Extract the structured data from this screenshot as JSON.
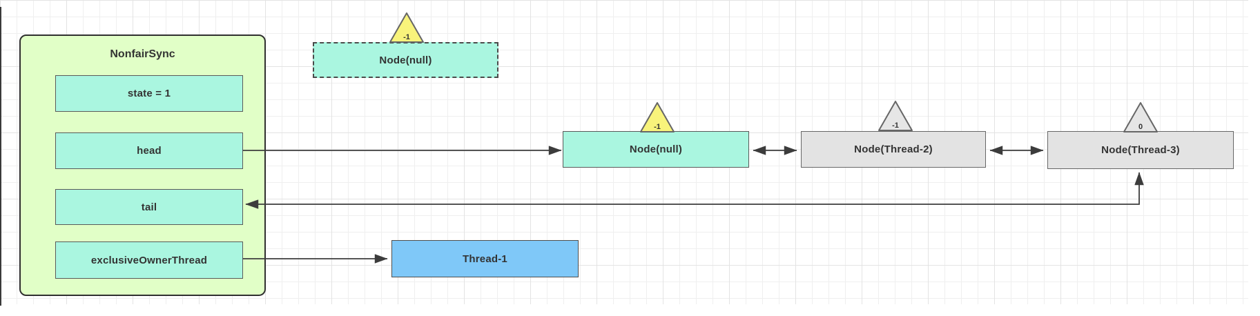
{
  "diagram": {
    "sync_block": {
      "title": "NonfairSync",
      "fields": [
        {
          "label": "state = 1"
        },
        {
          "label": "head"
        },
        {
          "label": "tail"
        },
        {
          "label": "exclusiveOwnerThread"
        }
      ]
    },
    "nodes": [
      {
        "label": "Node(null)",
        "waitStatus": "-1",
        "style": "teal-dashed"
      },
      {
        "label": "Node(null)",
        "waitStatus": "-1",
        "style": "teal"
      },
      {
        "label": "Node(Thread-2)",
        "waitStatus": "-1",
        "style": "gray"
      },
      {
        "label": "Node(Thread-3)",
        "waitStatus": "0",
        "style": "gray"
      }
    ],
    "thread_box": {
      "label": "Thread-1"
    },
    "connections": [
      {
        "from": "head",
        "to": "Node(null)",
        "type": "arrow"
      },
      {
        "from": "Node(null)",
        "to": "Node(Thread-2)",
        "type": "double-arrow"
      },
      {
        "from": "Node(Thread-2)",
        "to": "Node(Thread-3)",
        "type": "double-arrow"
      },
      {
        "from": "tail",
        "to": "Node(Thread-3)",
        "type": "double-arrow"
      },
      {
        "from": "exclusiveOwnerThread",
        "to": "Thread-1",
        "type": "arrow"
      }
    ],
    "colors": {
      "container_fill": "#E1FFC7",
      "node_teal_fill": "#AAF6E0",
      "node_gray_fill": "#E3E3E3",
      "thread_blue_fill": "#7FC8F8",
      "triangle_yellow_fill": "#F8F37B",
      "triangle_gray_fill": "#E6E6E6",
      "border_dark": "#333333",
      "arrow_color": "#3C3C3C",
      "grid_line": "#EFEFEF"
    }
  }
}
